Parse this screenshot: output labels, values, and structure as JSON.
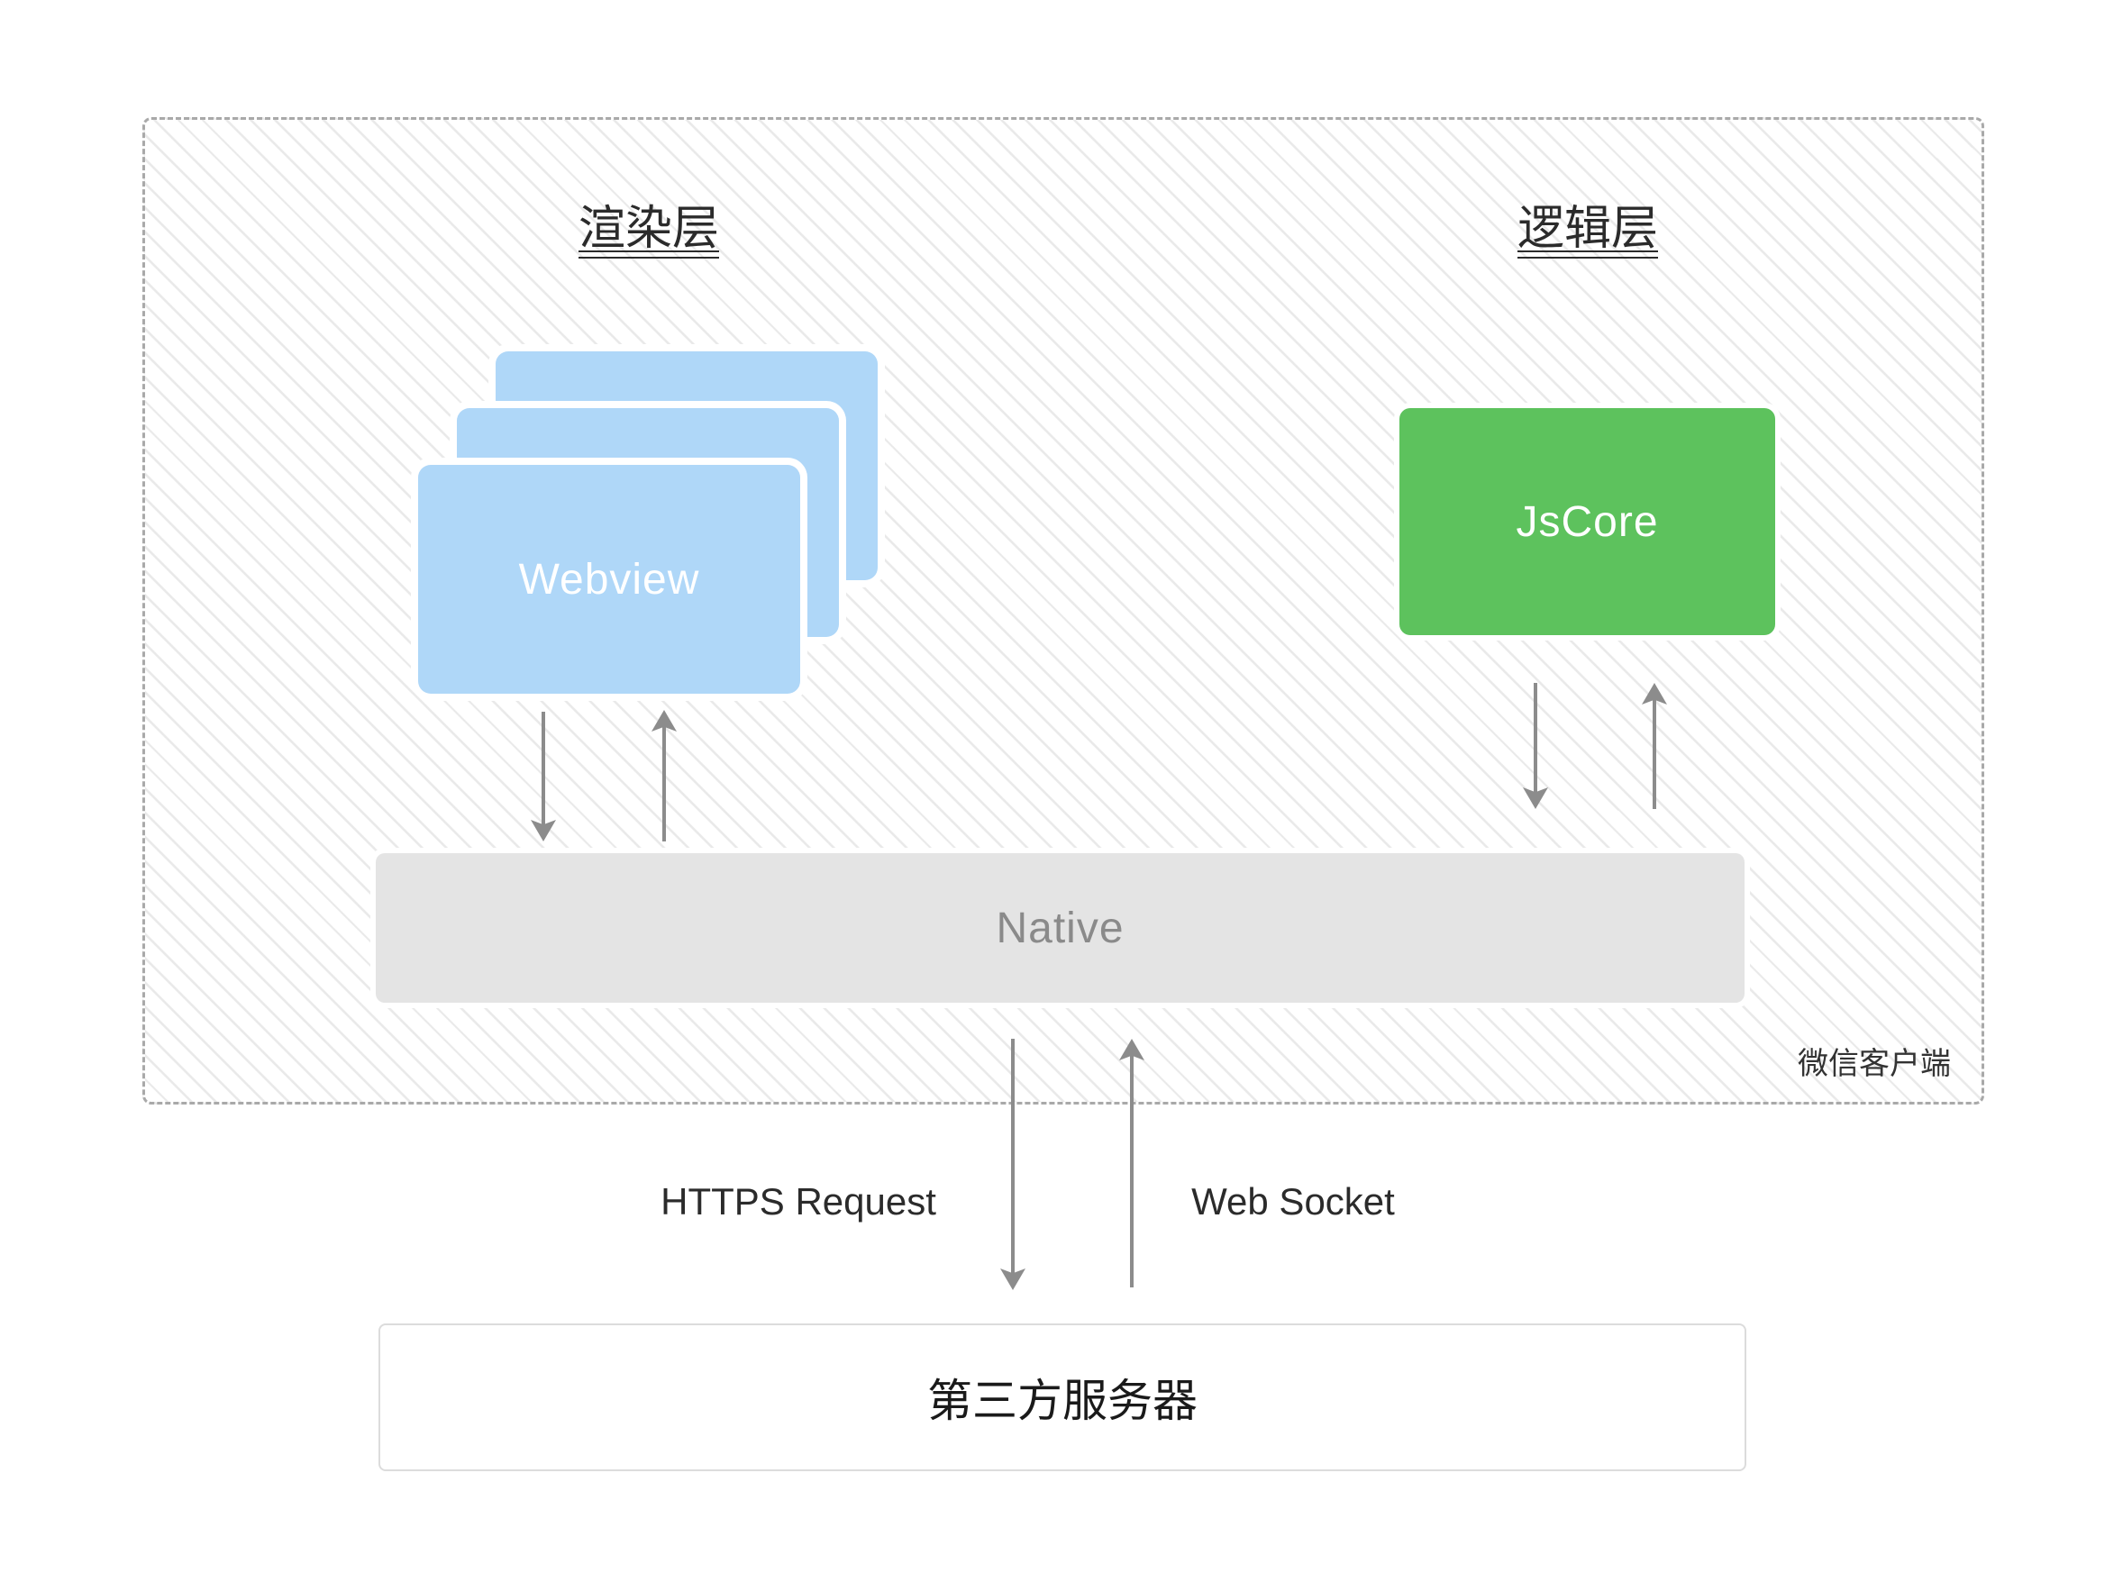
{
  "client": {
    "label": "微信客户端",
    "render_layer": {
      "heading": "渲染层",
      "webview": "Webview"
    },
    "logic_layer": {
      "heading": "逻辑层",
      "jscore": "JsCore"
    },
    "native": "Native"
  },
  "links": {
    "https_request": "HTTPS Request",
    "web_socket": "Web Socket"
  },
  "server": {
    "label": "第三方服务器"
  },
  "colors": {
    "webview_blue": "#AFD7F8",
    "jscore_green": "#5DC25D",
    "native_gray": "#E4E4E4",
    "arrow_gray": "#8C8C8C",
    "hatch_line": "#E9E9E9",
    "dash_border": "#A9A9A9"
  }
}
